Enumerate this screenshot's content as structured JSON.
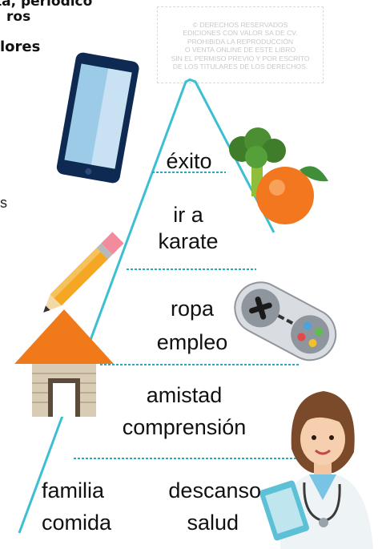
{
  "header": {
    "line1": "ta, periódico",
    "line2": "ros",
    "line3": "lores"
  },
  "side_text": "s",
  "notice": [
    "© DERECHOS RESERVADOS",
    "EDICIONES CON VALOR SA DE CV.",
    "PROHIBIDA LA REPRODUCCIÓN",
    "O VENTA ONLINE DE ESTE LIBRO",
    "SIN EL PERMISO PREVIO Y POR ESCRITO",
    "DE LOS TITULARES DE LOS DERECHOS."
  ],
  "pyramid": {
    "level1": "éxito",
    "level2": [
      "ir a",
      "karate"
    ],
    "level3": [
      "ropa",
      "empleo"
    ],
    "level4": [
      "amistad",
      "comprensión"
    ],
    "level5": {
      "left": [
        "familia",
        "comida"
      ],
      "right": [
        "descanso",
        "salud"
      ]
    }
  },
  "colors": {
    "pyramid_line": "#3dbfd2",
    "dashed_line": "#2aa9bf"
  },
  "illustrations": [
    "tablet-icon",
    "broccoli-icon",
    "orange-icon",
    "pencil-icon",
    "game-controller-icon",
    "house-icon",
    "doctor-icon"
  ]
}
